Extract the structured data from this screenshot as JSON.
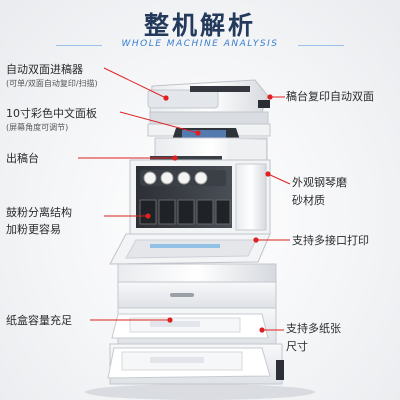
{
  "title": "整机解析",
  "subtitle": "WHOLE MACHINE ANALYSIS",
  "callouts": {
    "adf": {
      "line1": "自动双面进稿器",
      "line2": "(可单/双面自动复印/扫描)"
    },
    "duplex": {
      "line1": "稿台复印自动双面"
    },
    "panel": {
      "line1": "10寸彩色中文面板",
      "line2": "(屏幕角度可调节)"
    },
    "output": {
      "line1": "出稿台"
    },
    "finish": {
      "line1": "外观钢琴磨",
      "line2": "砂材质"
    },
    "toner": {
      "line1": "鼓粉分离结构",
      "line2": "加粉更容易"
    },
    "interface": {
      "line1": "支持多接口打印"
    },
    "tray": {
      "line1": "纸盒容量充足"
    },
    "paper": {
      "line1": "支持多纸张",
      "line2": "尺寸"
    }
  },
  "colors": {
    "title": "#243a5c",
    "accent": "#e02020",
    "subtitle": "#3a7fd0"
  }
}
